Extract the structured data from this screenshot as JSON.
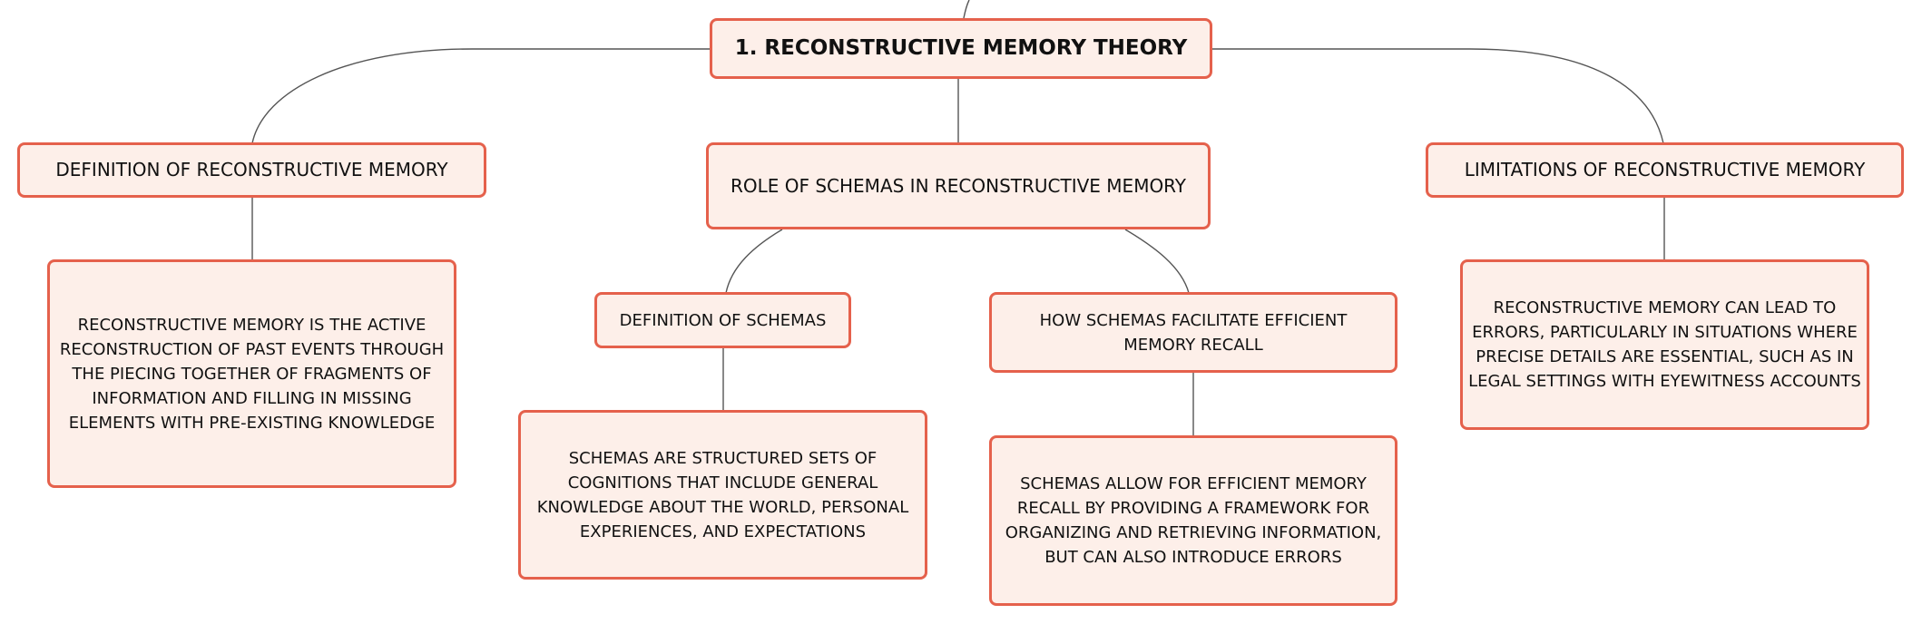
{
  "diagram": {
    "root": {
      "label": "1. RECONSTRUCTIVE MEMORY THEORY"
    },
    "branches": [
      {
        "label": "DEFINITION OF RECONSTRUCTIVE MEMORY",
        "detail": "RECONSTRUCTIVE MEMORY IS THE ACTIVE RECONSTRUCTION OF PAST EVENTS THROUGH THE PIECING TOGETHER OF FRAGMENTS OF INFORMATION AND FILLING IN MISSING ELEMENTS WITH PRE-EXISTING KNOWLEDGE"
      },
      {
        "label": "ROLE OF SCHEMAS IN RECONSTRUCTIVE MEMORY",
        "children": [
          {
            "label": "DEFINITION OF SCHEMAS",
            "detail": "SCHEMAS ARE STRUCTURED SETS OF COGNITIONS THAT INCLUDE GENERAL KNOWLEDGE ABOUT THE WORLD, PERSONAL EXPERIENCES, AND EXPECTATIONS"
          },
          {
            "label": "HOW SCHEMAS FACILITATE EFFICIENT MEMORY RECALL",
            "detail": "SCHEMAS ALLOW FOR EFFICIENT MEMORY RECALL BY PROVIDING A FRAMEWORK FOR ORGANIZING AND RETRIEVING INFORMATION, BUT CAN ALSO INTRODUCE ERRORS"
          }
        ]
      },
      {
        "label": "LIMITATIONS OF RECONSTRUCTIVE MEMORY",
        "detail": "RECONSTRUCTIVE MEMORY CAN LEAD TO ERRORS, PARTICULARLY IN SITUATIONS WHERE PRECISE DETAILS ARE ESSENTIAL, SUCH AS IN LEGAL SETTINGS WITH EYEWITNESS ACCOUNTS"
      }
    ],
    "colors": {
      "node_fill": "#fdefe9",
      "node_border": "#e5614c",
      "connector": "#555555",
      "text": "#111111"
    }
  }
}
